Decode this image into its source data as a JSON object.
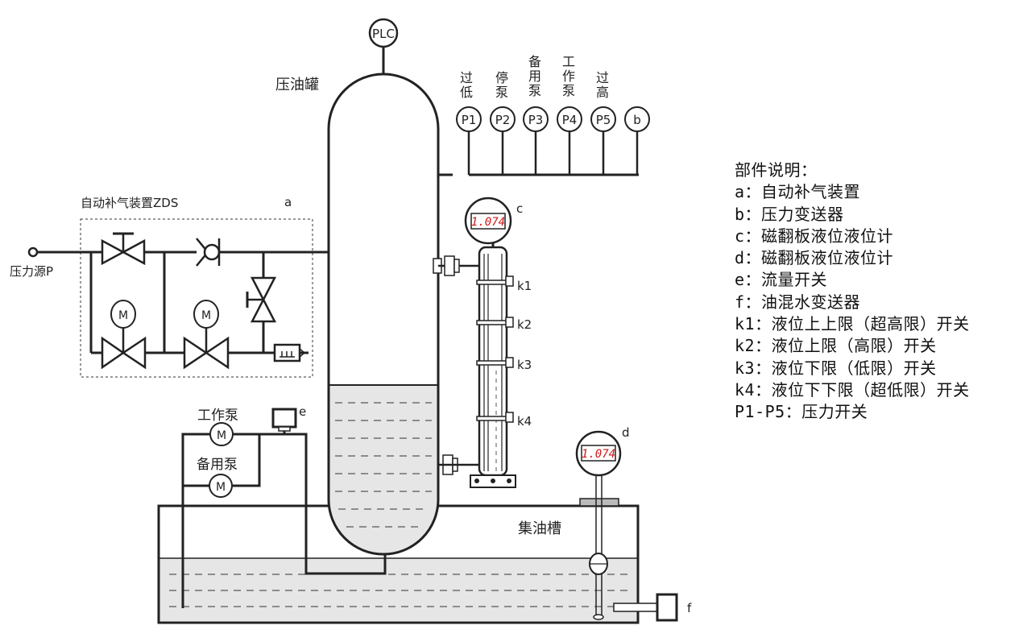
{
  "labels": {
    "plc": "PLC",
    "tank": "压油罐",
    "zds": "自动补气装置ZDS",
    "a": "a",
    "source": "压力源P",
    "motor": "M",
    "work_pump": "工作泵",
    "standby_pump": "备用泵",
    "e": "e",
    "c": "c",
    "d": "d",
    "f": "f",
    "sump": "集油槽",
    "k1": "k1",
    "k2": "k2",
    "k3": "k3",
    "k4": "k4",
    "gauge_c_value": "1.074",
    "gauge_d_value": "1.074"
  },
  "switches": [
    {
      "id": "P1",
      "caption": [
        "过",
        "低"
      ]
    },
    {
      "id": "P2",
      "caption": [
        "停",
        "泵"
      ]
    },
    {
      "id": "P3",
      "caption": [
        "备",
        "用",
        "泵"
      ]
    },
    {
      "id": "P4",
      "caption": [
        "工",
        "作",
        "泵"
      ]
    },
    {
      "id": "P5",
      "caption": [
        "过",
        "高"
      ]
    },
    {
      "id": "b",
      "caption": []
    }
  ],
  "legend": {
    "title": "部件说明：",
    "items": [
      "a：自动补气装置",
      "b：压力变送器",
      "c：磁翻板液位液位计",
      "d：磁翻板液位液位计",
      "e：流量开关",
      "f：油混水变送器",
      "k1：液位上上限（超高限）开关",
      "k2：液位上限（高限）开关",
      "k3：液位下限（低限）开关",
      "k4：液位下下限（超低限）开关",
      "P1-P5：压力开关"
    ]
  }
}
